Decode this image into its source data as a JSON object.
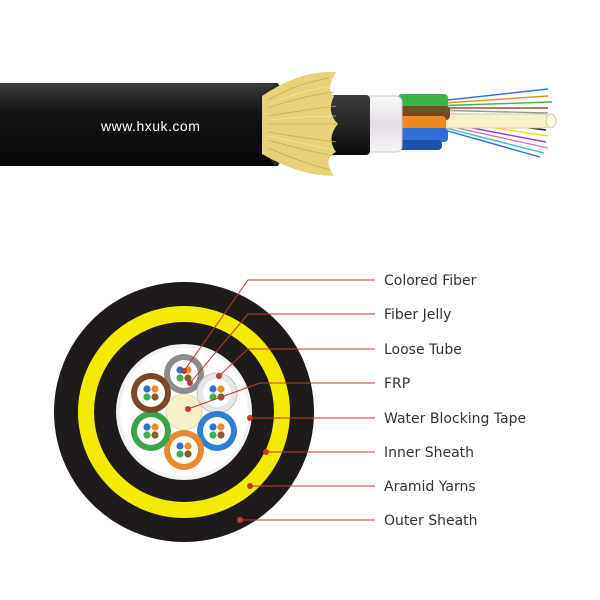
{
  "cable_photo": {
    "watermark": "www.hxuk.com"
  },
  "labels": [
    "Colored Fiber",
    "Fiber Jelly",
    "Loose Tube",
    "FRP",
    "Water Blocking Tape",
    "Inner Sheath",
    "Aramid Yarns",
    "Outer Sheath"
  ],
  "colors": {
    "sheath": "#1f1b1a",
    "aramid": "#f2ea00",
    "leader": "#c0392b",
    "tape": "#f2f2f2",
    "frp": "#f6efc8"
  },
  "loose_tubes": [
    {
      "color": "gray"
    },
    {
      "color": "white"
    },
    {
      "color": "blue"
    },
    {
      "color": "orange"
    },
    {
      "color": "green"
    },
    {
      "color": "brown"
    }
  ]
}
